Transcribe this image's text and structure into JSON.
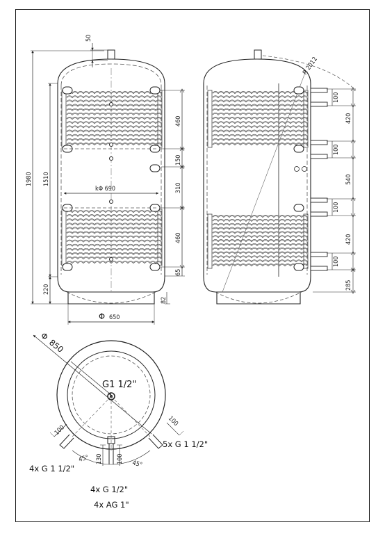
{
  "colors": {
    "line": "#222222",
    "coil": "#4a4a4a",
    "dash": "#555555",
    "background": "#ffffff"
  },
  "front": {
    "nozzle_top": "50",
    "height_total": "1980",
    "height_inner": "1510",
    "base_height": "220",
    "coil_top": "460",
    "gap_1": "150",
    "gap_2": "310",
    "coil_bottom": "460",
    "bottom_offset": "65",
    "foot_offset": "82",
    "inner_diameter": "kΦ 690",
    "base_diameter_symbol": "Φ",
    "base_diameter_value": "650"
  },
  "side": {
    "radius": "R 2012",
    "pipe_1": "100",
    "span_1": "420",
    "pipe_2": "100",
    "span_2": "540",
    "pipe_3": "100",
    "span_3": "420",
    "pipe_4": "100",
    "base": "285"
  },
  "top_view": {
    "diameter_symbol": "Φ",
    "diameter_value": "850",
    "center_label": "G1 1/2\"",
    "left_offset": "100",
    "right_offset": "100",
    "left_angle": "45°",
    "right_angle": "45°",
    "dim_130": "130",
    "dim_100": "100",
    "right_connections": "5x G 1 1/2\"",
    "left_connections": "4x G 1 1/2\"",
    "bottom_connections_1": "4x G 1/2\"",
    "bottom_connections_2": "4x AG 1\""
  }
}
